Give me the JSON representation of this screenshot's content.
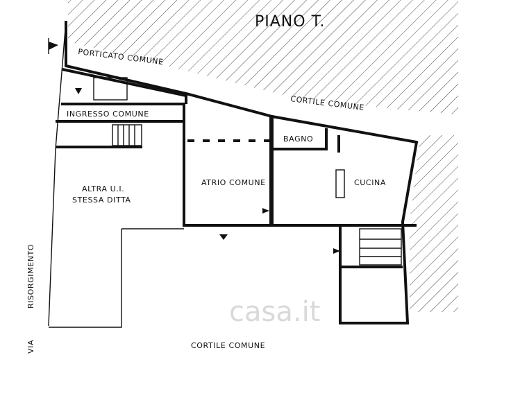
{
  "title": "PIANO T.",
  "rooms": {
    "porticato": "PORTICATO COMUNE",
    "ingresso": "INGRESSO COMUNE",
    "cortile_top": "CORTILE COMUNE",
    "bagno": "BAGNO",
    "atrio": "ATRIO COMUNE",
    "cucina": "CUCINA",
    "altra_line1": "ALTRA U.I.",
    "altra_line2": "STESSA DITTA",
    "cortile_bottom": "CORTILE COMUNE"
  },
  "street": {
    "via": "VIA",
    "name": "RISORGIMENTO"
  },
  "watermark": "casa.it"
}
